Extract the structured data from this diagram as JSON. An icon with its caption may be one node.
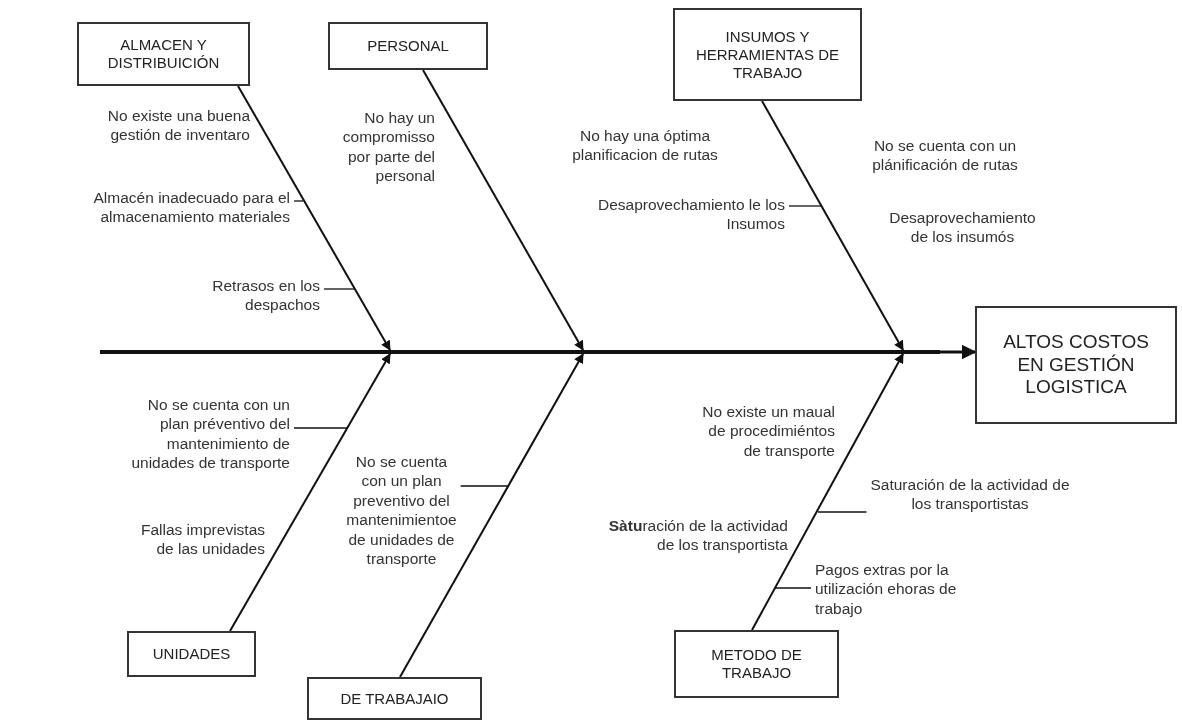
{
  "diagram": {
    "nodes": [
      {
        "text": [
          "ALMACEN Y DISTRIBUICIÓN"
        ]
      },
      {
        "text": [
          "PERSONAL"
        ]
      },
      {
        "text": [
          "INSUMOS Y HERRAMIENTAS DE TRABAJO"
        ]
      },
      {
        "text": [
          "Almacén inadecuado para el almacenamiento materiales"
        ]
      },
      {
        "text": [
          "Retrasos en los despachos"
        ]
      },
      {
        "text": [
          "Desaprovechamiento le los Insumos"
        ]
      },
      {
        "text": [],
        "shape": "bar"
      },
      {
        "text": [
          "ALTOS COSTOS EN GESTIÓN LOGISTICA"
        ]
      },
      {
        "text": [
          "No se cuenta con un plan préventivo del mantenimiento de unidades de transporte"
        ]
      },
      {
        "text": [
          "No se cuenta con un plan preventivo del mantenimientoe de unidades de transporte"
        ]
      },
      {
        "text": [
          "Saturación de la actividad de los transportistas"
        ]
      },
      {
        "text": [
          "Pagos extras por la utilización ehoras de trabajo"
        ]
      },
      {
        "text": [
          "UNIDADES"
        ]
      },
      {
        "text": [
          "DE TRABAJAIO"
        ]
      },
      {
        "text": [
          "METODO DE TRABAJO"
        ]
      }
    ],
    "edges": [
      {
        "from": 0,
        "to": 6,
        "arrow": "to"
      },
      {
        "from": 1,
        "to": 6,
        "arrow": "to"
      },
      {
        "from": 2,
        "to": 6,
        "arrow": "to"
      },
      {
        "from": 12,
        "to": 6,
        "arrow": "to"
      },
      {
        "from": 13,
        "to": 6,
        "arrow": "to"
      },
      {
        "from": 14,
        "to": 6,
        "arrow": "to"
      },
      {
        "from": 6,
        "to": 7,
        "arrow": "to"
      },
      {
        "from": 3,
        "to": null,
        "arrow": "none"
      },
      {
        "from": 4,
        "to": null,
        "arrow": "none"
      },
      {
        "from": 5,
        "to": null,
        "arrow": "none"
      },
      {
        "from": 8,
        "to": null,
        "arrow": "none"
      },
      {
        "from": 9,
        "to": null,
        "arrow": "none"
      },
      {
        "from": 10,
        "to": null,
        "arrow": "none"
      },
      {
        "from": 11,
        "to": null,
        "arrow": "none"
      }
    ],
    "labels": [
      "No existe una buena gestión de inventaro",
      "No hay un compromisso por parte del personal",
      "No hay una óptima planificacion de rutas",
      "No se cuenta  con un plánificación de rutas",
      "Desaprovechamiento de los insumós",
      "Fallas imprevistas de las unidades",
      "No existe un maual de procedimiéntos de transporte",
      "**Sàtu**ración de la actividad de los transportista"
    ]
  }
}
